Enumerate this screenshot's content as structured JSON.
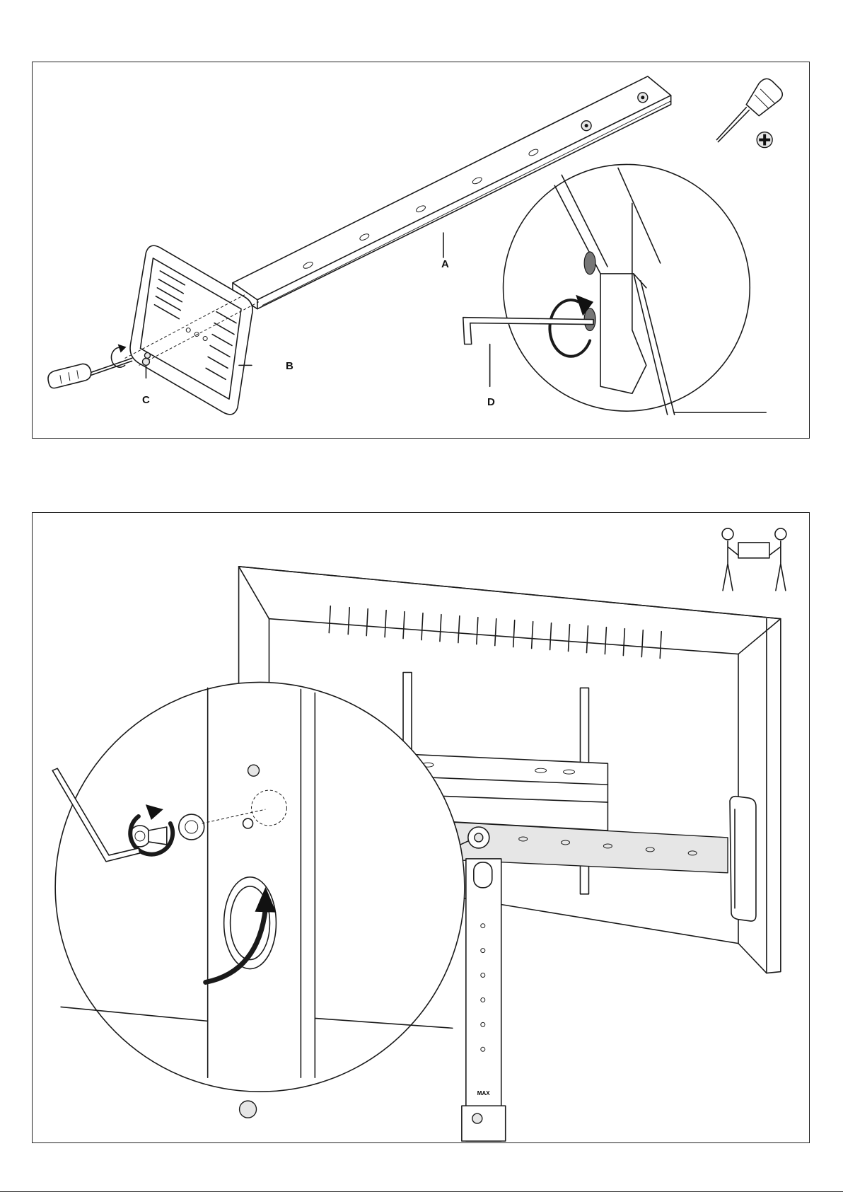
{
  "top_panel": {
    "callouts": {
      "a": "A",
      "b": "B",
      "c": "C",
      "d": "D"
    },
    "tool_icons": [
      "phillips-screwdriver-icon",
      "phillips-head-icon"
    ]
  },
  "bottom_panel": {
    "tool_icons": [
      "two-person-lift-icon"
    ],
    "column_label": "MAX"
  },
  "colors": {
    "line": "#1a1a1a",
    "background": "#ffffff",
    "shade": "#e6e6e6"
  }
}
